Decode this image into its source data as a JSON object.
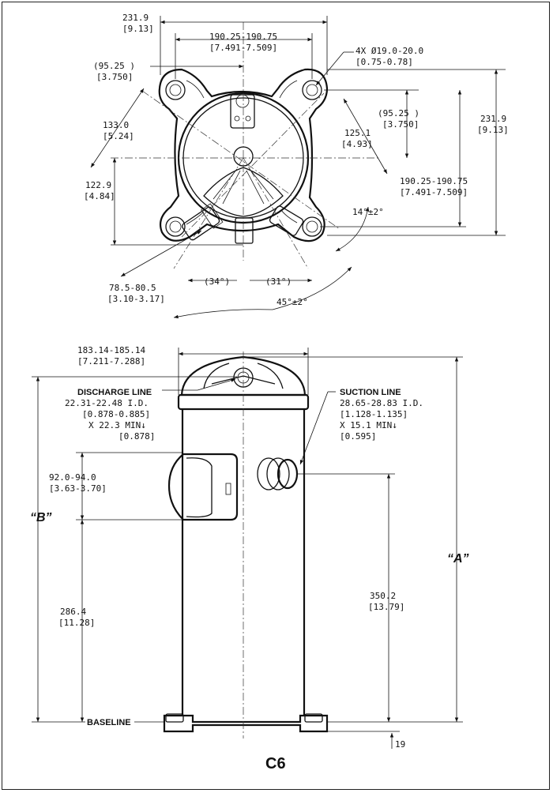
{
  "top_view": {
    "overall_width": [
      "231.9",
      "[9.13]"
    ],
    "mount_spacing_x": [
      "190.25-190.75",
      "[7.491-7.509]"
    ],
    "hole_callout": [
      "4X Ø19.0-20.0",
      "[0.75-0.78]"
    ],
    "offset_left": [
      "(95.25   )",
      "[3.750]"
    ],
    "offset_right": [
      "(95.25   )",
      "[3.750]"
    ],
    "overall_height": [
      "231.9",
      "[9.13]"
    ],
    "mount_spacing_y": [
      "190.25-190.75",
      "[7.491-7.509]"
    ],
    "dim_133": [
      "133.0",
      "[5.24]"
    ],
    "dim_125": [
      "125.1",
      "[4.93]"
    ],
    "dim_122": [
      "122.9",
      "[4.84]"
    ],
    "dim_78": [
      "78.5-80.5",
      "[3.10-3.17]"
    ],
    "angle_14": "14°±2°",
    "angle_34": "(34°)",
    "angle_31": "(31°)",
    "angle_45": "45°±2°"
  },
  "side_view": {
    "top_width": [
      "183.14-185.14",
      "[7.211-7.288]"
    ],
    "discharge": [
      "DISCHARGE LINE",
      "22.31-22.48 I.D.",
      "[0.878-0.885]",
      "X 22.3 MIN↓",
      "[0.878]"
    ],
    "suction": [
      "SUCTION LINE",
      "28.65-28.83 I.D.",
      "[1.128-1.135]",
      "X 15.1 MIN↓",
      "[0.595]"
    ],
    "dim_92": [
      "92.0-94.0",
      "[3.63-3.70]"
    ],
    "dim_286": [
      "286.4",
      "[11.28]"
    ],
    "dim_350": [
      "350.2",
      "[13.79]"
    ],
    "label_A": "“A”",
    "label_B": "“B”",
    "baseline": "BASELINE",
    "dim_19": "19"
  },
  "model": "C6"
}
